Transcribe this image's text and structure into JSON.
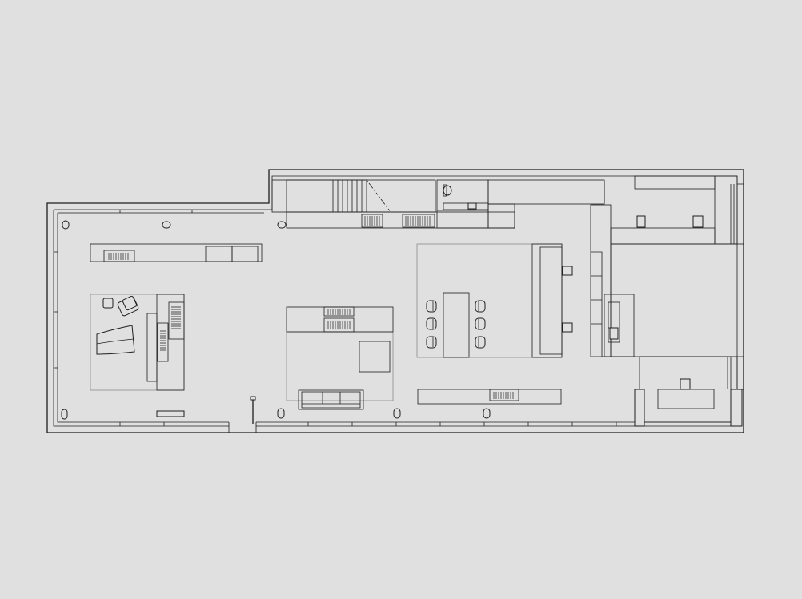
{
  "diagram": {
    "type": "architectural-floor-plan",
    "colors": {
      "background": "#dfe0df",
      "line": "#1e1e1e",
      "rug": "#8a8a8a"
    },
    "elements": [
      "outer-wall",
      "staircase",
      "bathroom",
      "kitchen-counter",
      "wall-cabinet",
      "living-rug",
      "armchair",
      "coffee-table",
      "tv-unit",
      "lounge-rug",
      "sofa",
      "side-table",
      "dining-rug",
      "dining-table",
      "dining-chair",
      "sideboard",
      "bedroom-wardrobe",
      "desk",
      "balcony-rail",
      "column"
    ]
  }
}
